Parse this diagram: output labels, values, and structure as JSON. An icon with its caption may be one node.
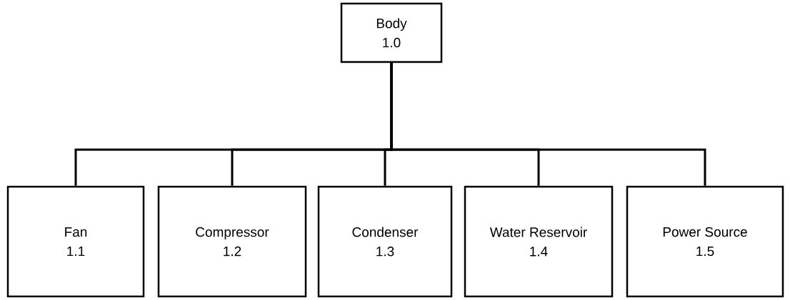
{
  "diagram": {
    "nodes": [
      {
        "text": [
          "Body",
          "1.0"
        ]
      },
      {
        "text": [
          "Fan",
          "1.1"
        ]
      },
      {
        "text": [
          "Compressor",
          "1.2"
        ]
      },
      {
        "text": [
          "Condenser",
          "1.3"
        ]
      },
      {
        "text": [
          "Water Reservoir",
          "1.4"
        ]
      },
      {
        "text": [
          "Power Source",
          "1.5"
        ]
      }
    ],
    "edges": [
      {
        "from": 0,
        "to": 1,
        "arrow": "none"
      },
      {
        "from": 0,
        "to": 2,
        "arrow": "none"
      },
      {
        "from": 0,
        "to": 3,
        "arrow": "none"
      },
      {
        "from": 0,
        "to": 4,
        "arrow": "none"
      },
      {
        "from": 0,
        "to": 5,
        "arrow": "none"
      }
    ]
  }
}
